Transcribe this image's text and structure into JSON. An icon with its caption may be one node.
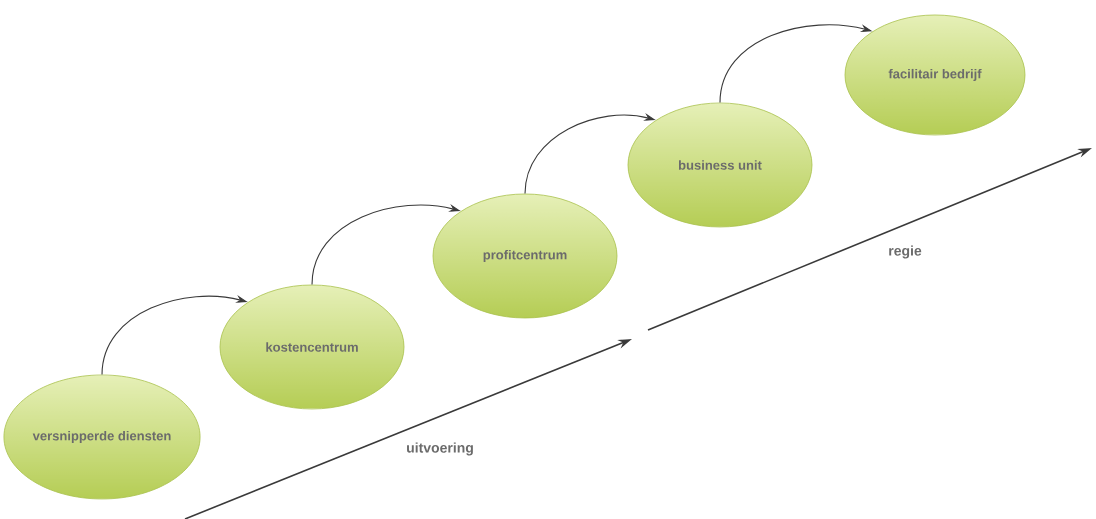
{
  "diagram": {
    "nodes": [
      {
        "text": [
          "versnipperde diensten"
        ]
      },
      {
        "text": [
          "kostencentrum"
        ]
      },
      {
        "text": [
          "profitcentrum"
        ]
      },
      {
        "text": [
          "business unit"
        ]
      },
      {
        "text": [
          "facilitair bedrijf"
        ]
      }
    ],
    "edges": [
      {
        "from": 0,
        "to": 1,
        "arrow": "to"
      },
      {
        "from": 1,
        "to": 2,
        "arrow": "to"
      },
      {
        "from": 2,
        "to": 3,
        "arrow": "to"
      },
      {
        "from": 3,
        "to": 4,
        "arrow": "to"
      }
    ],
    "labels": [
      "uitvoering",
      "regie"
    ]
  }
}
